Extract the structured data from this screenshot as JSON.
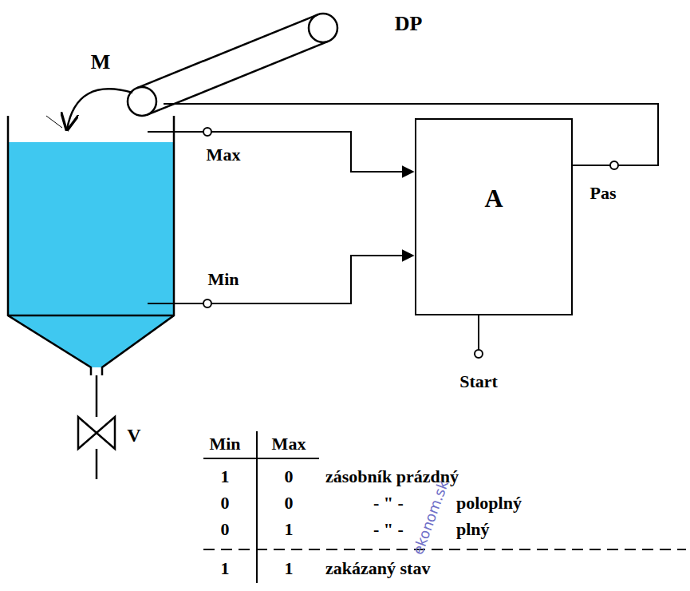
{
  "diagram": {
    "nodes": [
      {
        "text": [
          "A"
        ]
      }
    ],
    "labels": [
      "DP",
      "M",
      "Max",
      "Min",
      "Pas",
      "Start",
      "V",
      "Min",
      "Max",
      "1",
      "0",
      "zásobník prázdný",
      "0",
      "0",
      "- \" -",
      "poloplný",
      "0",
      "1",
      "- \" -",
      "plný",
      "1",
      "1",
      "zakázaný stav",
      "ekonom.sk"
    ]
  }
}
